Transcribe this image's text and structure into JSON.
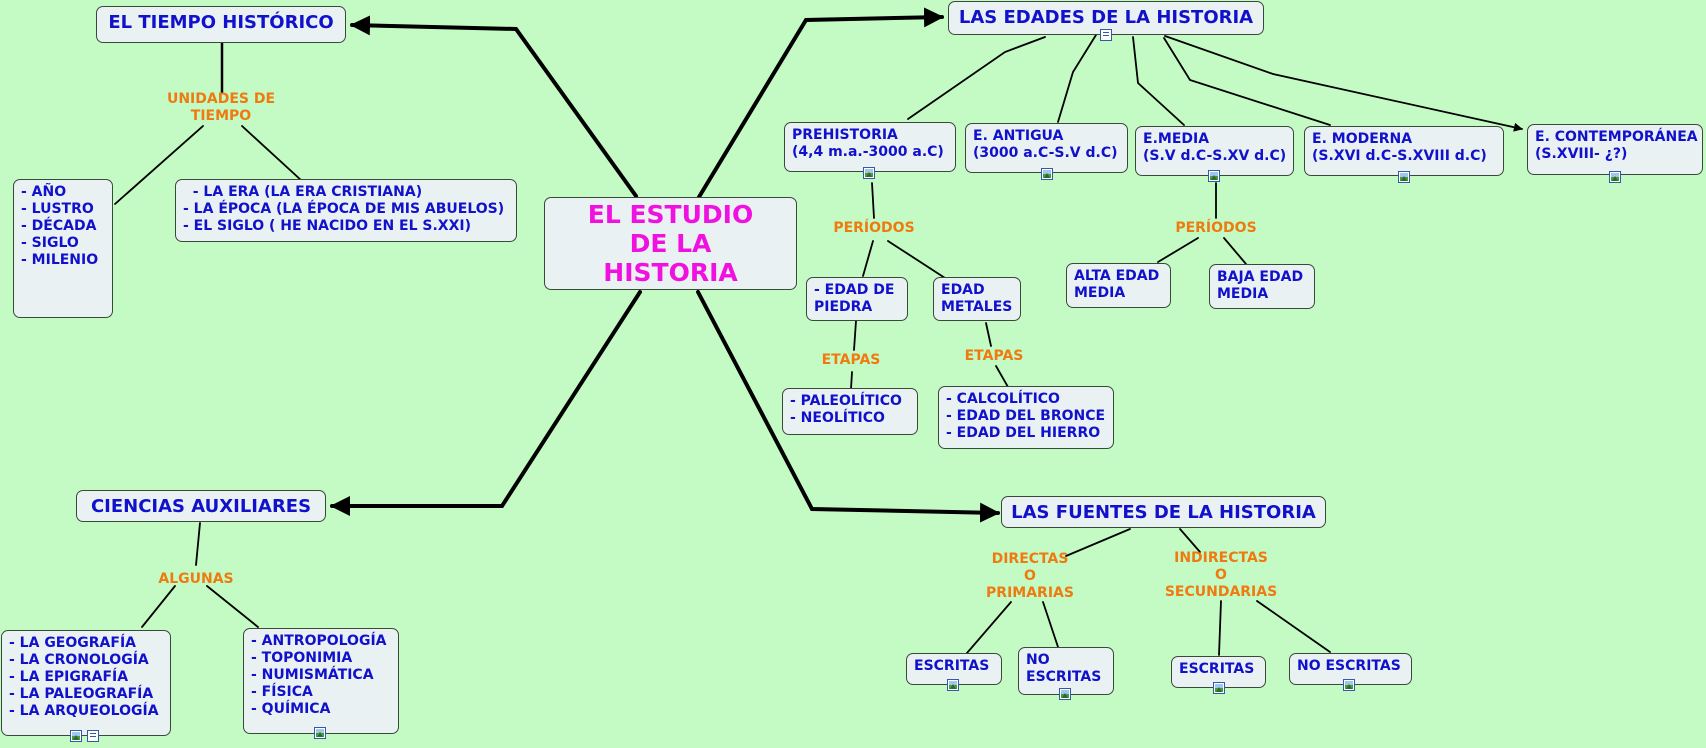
{
  "center": {
    "lines": [
      "EL ESTUDIO",
      "DE LA",
      "HISTORIA"
    ]
  },
  "tiempo": {
    "title": "EL TIEMPO HISTÓRICO",
    "connector": [
      "UNIDADES DE",
      "TIEMPO"
    ],
    "units": [
      "- AÑO",
      "- LUSTRO",
      "- DÉCADA",
      "- SIGLO",
      "- MILENIO"
    ],
    "eras": [
      "  - LA ERA (LA ERA CRISTIANA)",
      "- LA ÉPOCA (LA ÉPOCA DE MIS ABUELOS)",
      "- EL SIGLO ( HE NACIDO EN EL S.XXI)"
    ]
  },
  "edades": {
    "title": "LAS EDADES DE LA HISTORIA",
    "prehistoria": [
      "PREHISTORIA",
      "(4,4 m.a.-3000 a.C)"
    ],
    "antigua": [
      "E. ANTIGUA",
      "(3000 a.C-S.V d.C)"
    ],
    "media": [
      "E.MEDIA",
      "(S.V d.C-S.XV d.C)"
    ],
    "moderna": [
      "E. MODERNA",
      "(S.XVI d.C-S.XVIII d.C)"
    ],
    "contemporanea": [
      "E. CONTEMPORÁNEA",
      "(S.XVIII- ¿?)"
    ],
    "periodos_pre": "PERÍODOS",
    "piedra": [
      "- EDAD DE",
      "PIEDRA"
    ],
    "metales": [
      "EDAD",
      "METALES"
    ],
    "etapas_1": "ETAPAS",
    "etapas_2": "ETAPAS",
    "piedra_etapas": [
      "- PALEOLÍTICO",
      "- NEOLÍTICO"
    ],
    "metales_etapas": [
      "- CALCOLÍTICO",
      "- EDAD DEL BRONCE",
      "- EDAD DEL HIERRO"
    ],
    "periodos_media": "PERÍODOS",
    "alta": [
      "ALTA EDAD",
      "MEDIA"
    ],
    "baja": [
      "BAJA EDAD",
      "MEDIA"
    ]
  },
  "ciencias": {
    "title": "CIENCIAS AUXILIARES",
    "connector": "ALGUNAS",
    "list1": [
      "- LA GEOGRAFÍA",
      "- LA CRONOLOGÍA",
      "- LA EPIGRAFÍA",
      "- LA PALEOGRAFÍA",
      "- LA ARQUEOLOGÍA"
    ],
    "list2": [
      "- ANTROPOLOGÍA",
      "- TOPONIMIA",
      "- NUMISMÁTICA",
      "- FÍSICA",
      "- QUÍMICA"
    ]
  },
  "fuentes": {
    "title": "LAS FUENTES DE LA HISTORIA",
    "directas": [
      "DIRECTAS",
      "O",
      "PRIMARIAS"
    ],
    "indirectas": [
      "INDIRECTAS",
      "O",
      "SECUNDARIAS"
    ],
    "d_escritas": [
      "ESCRITAS"
    ],
    "d_no_escritas": [
      "NO",
      "ESCRITAS"
    ],
    "i_escritas": [
      "ESCRITAS"
    ],
    "i_no_escritas": [
      "NO ESCRITAS"
    ]
  },
  "colors": {
    "background": "#c4fbc4",
    "node_fill": "#eaf1f3",
    "node_text": "#1111cc",
    "center_text": "#f010e0",
    "linking_phrase": "#ee7a10",
    "lines": "#000000"
  },
  "icons": [
    "image-attachment-icon",
    "document-attachment-icon"
  ]
}
